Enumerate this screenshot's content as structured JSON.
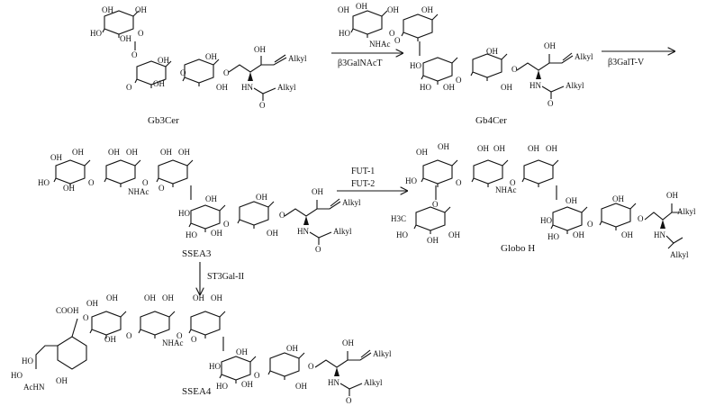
{
  "compounds": {
    "gb3cer": "Gb3Cer",
    "gb4cer": "Gb4Cer",
    "ssea3": "SSEA3",
    "globoh": "Globo H",
    "ssea4": "SSEA4"
  },
  "enzymes": {
    "b3galnact": "β3GalNAcT",
    "b3galt5": "β3GalT-V",
    "fut1": "FUT-1",
    "fut2": "FUT-2",
    "st3gal2": "ST3Gal-II"
  },
  "group_labels": {
    "oh": "OH",
    "ho": "HO",
    "o": "O",
    "nhac": "NHAc",
    "alkyl": "Alkyl",
    "hn": "HN",
    "cooh": "COOH",
    "achn": "AcHN",
    "h3c": "H3C"
  }
}
